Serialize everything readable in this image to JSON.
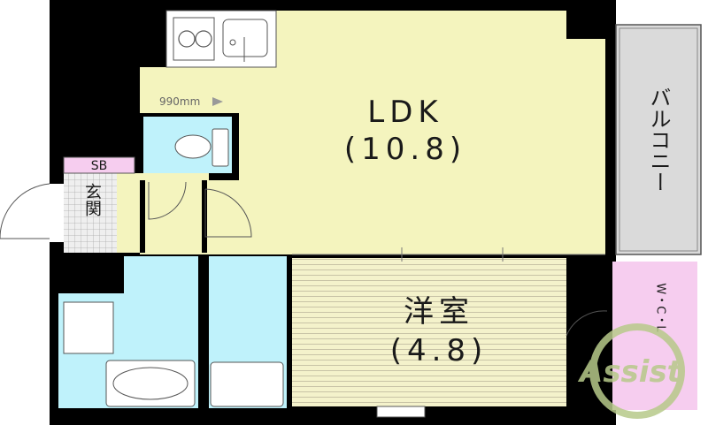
{
  "rooms": {
    "ldk": {
      "name": "LDK",
      "size": "(10.8)"
    },
    "western_room": {
      "name": "洋室",
      "size": "(4.8)"
    },
    "balcony": {
      "name": "バルコニー"
    },
    "entrance": {
      "name": "玄関"
    },
    "shoebox": {
      "name": "SB"
    },
    "walk_in_closet": {
      "name": "W・C・L"
    }
  },
  "dimension_note": "990mm",
  "logo": {
    "text": "Assist"
  },
  "colors": {
    "wall": "#000000",
    "ldk_floor": "#f4f4be",
    "western_floor": "#f2f0c8",
    "wet_area": "#bff2fb",
    "closet": "#f6cdef",
    "balcony": "#d9d9d9",
    "logo": "#b7c98a"
  }
}
